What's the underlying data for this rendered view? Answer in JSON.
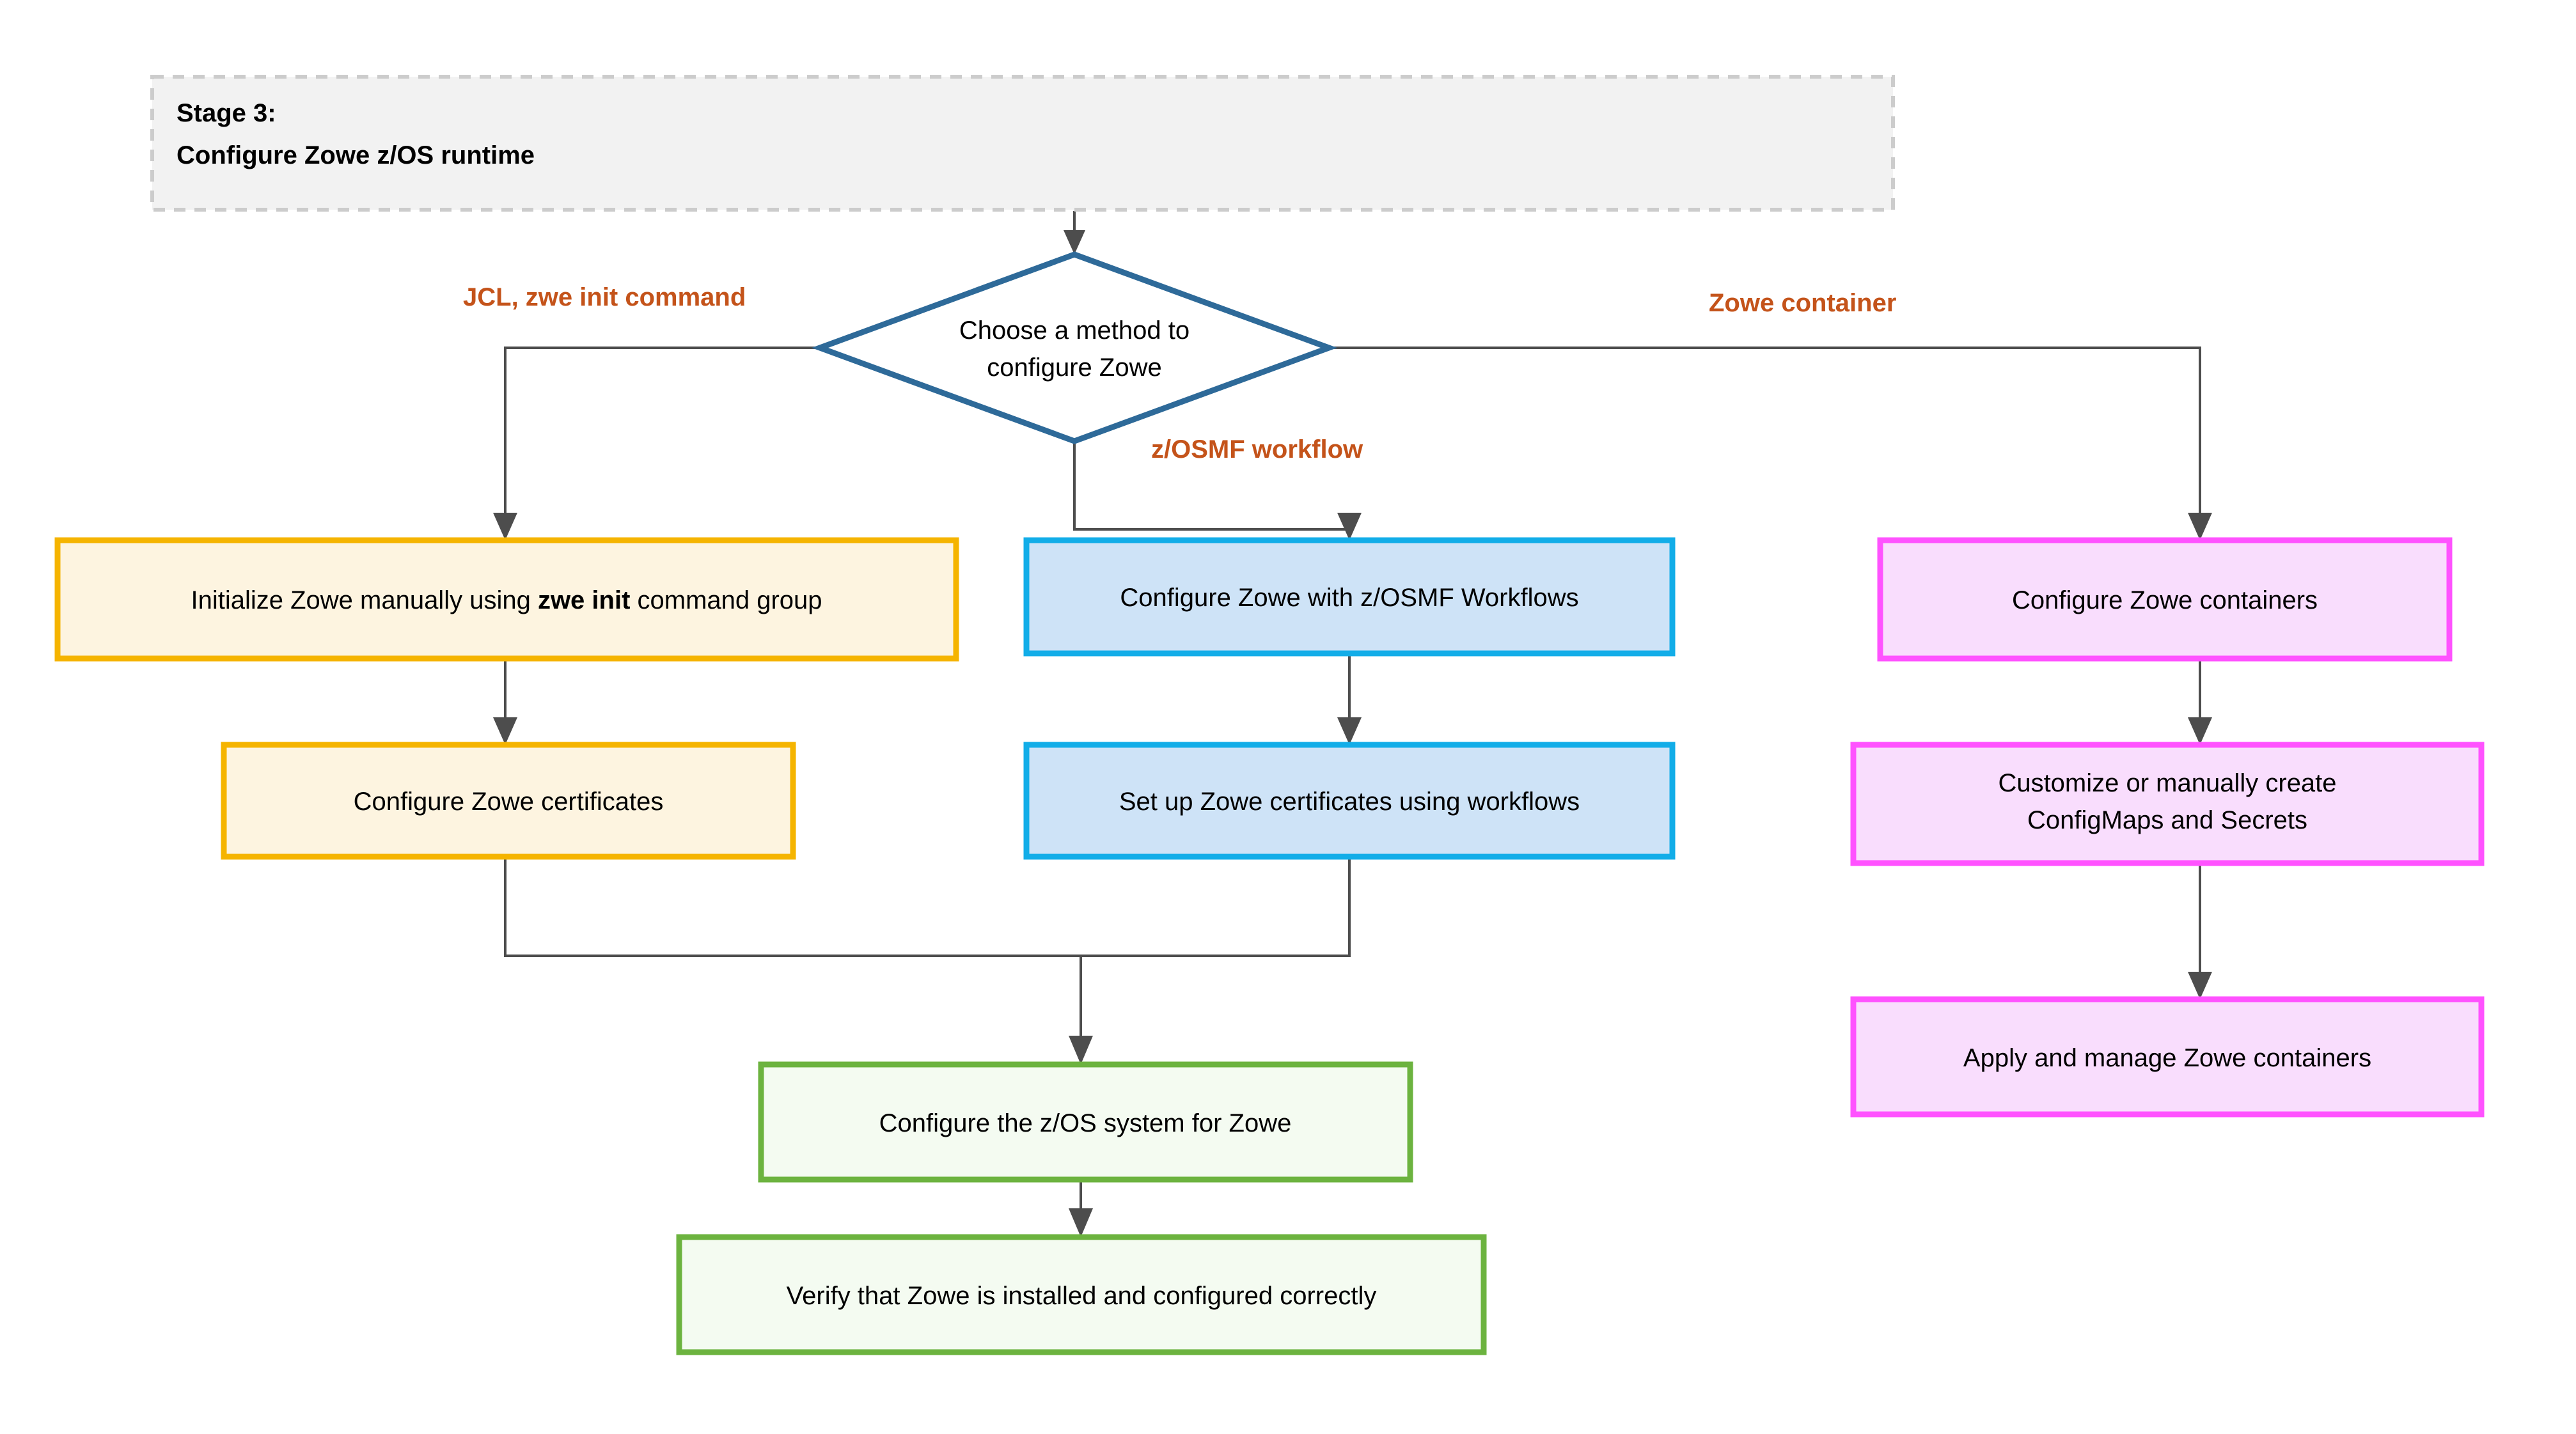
{
  "diagram": {
    "title_lines": [
      "Stage 3:",
      "Configure Zowe z/OS runtime"
    ],
    "decision": {
      "line1": "Choose a method to",
      "line2": "configure Zowe"
    },
    "branch_labels": {
      "left": "JCL, zwe init command",
      "middle": "z/OSMF workflow",
      "right": "Zowe container"
    },
    "nodes": {
      "init_manual_pre": "Initialize Zowe manually using ",
      "init_manual_bold": "zwe init",
      "init_manual_post": " command group",
      "configure_certs": "Configure Zowe certificates",
      "configure_workflows": "Configure Zowe with z/OSMF Workflows",
      "setup_certs_workflows": "Set up Zowe certificates using workflows",
      "configure_containers": "Configure Zowe containers",
      "configmaps_line1": "Customize or manually create",
      "configmaps_line2": "ConfigMaps and Secrets",
      "apply_manage": "Apply and manage Zowe containers",
      "configure_zos": "Configure the z/OS system for Zowe",
      "verify": "Verify that Zowe is installed and configured correctly"
    },
    "colors": {
      "stage_fill": "#F2F2F2",
      "stage_border": "#CCCCCC",
      "decision_border": "#2E6A99",
      "yellow_fill": "#FDF4E0",
      "yellow_border": "#F5B400",
      "blue_fill": "#CEE3F7",
      "blue_border": "#12ADE8",
      "magenta_fill": "#F9DDFD",
      "magenta_border": "#FF52FF",
      "green_fill": "#F4FBF1",
      "green_border": "#6CB33F",
      "label_orange": "#C4531A",
      "connector": "#4D4D4D"
    }
  }
}
